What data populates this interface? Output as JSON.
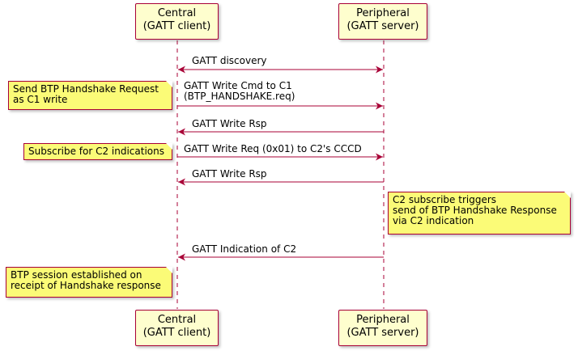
{
  "participants": {
    "central": {
      "name": "Central",
      "role": "(GATT client)"
    },
    "peripheral": {
      "name": "Peripheral",
      "role": "(GATT server)"
    }
  },
  "messages": [
    {
      "id": "discovery",
      "text": "GATT discovery"
    },
    {
      "id": "write-cmd",
      "line1": "GATT Write Cmd to C1",
      "line2": "(BTP_HANDSHAKE.req)"
    },
    {
      "id": "write-rsp-1",
      "text": "GATT Write Rsp"
    },
    {
      "id": "write-req",
      "text": "GATT Write Req (0x01) to C2's CCCD"
    },
    {
      "id": "write-rsp-2",
      "text": "GATT Write Rsp"
    },
    {
      "id": "indication",
      "text": "GATT Indication of C2"
    }
  ],
  "notes": {
    "handshake_request": {
      "line1": "Send BTP Handshake Request",
      "line2": "as C1 write"
    },
    "subscribe": {
      "line1": "Subscribe for C2 indications"
    },
    "c2_subscribe": {
      "line1": "C2 subscribe triggers",
      "line2": "send of BTP Handshake Response",
      "line3": "via C2 indication"
    },
    "session": {
      "line1": "BTP session established on",
      "line2": "receipt of Handshake response"
    }
  },
  "colors": {
    "line": "#a80036",
    "participant_fill": "#fefece",
    "note_fill": "#fbfb77"
  }
}
